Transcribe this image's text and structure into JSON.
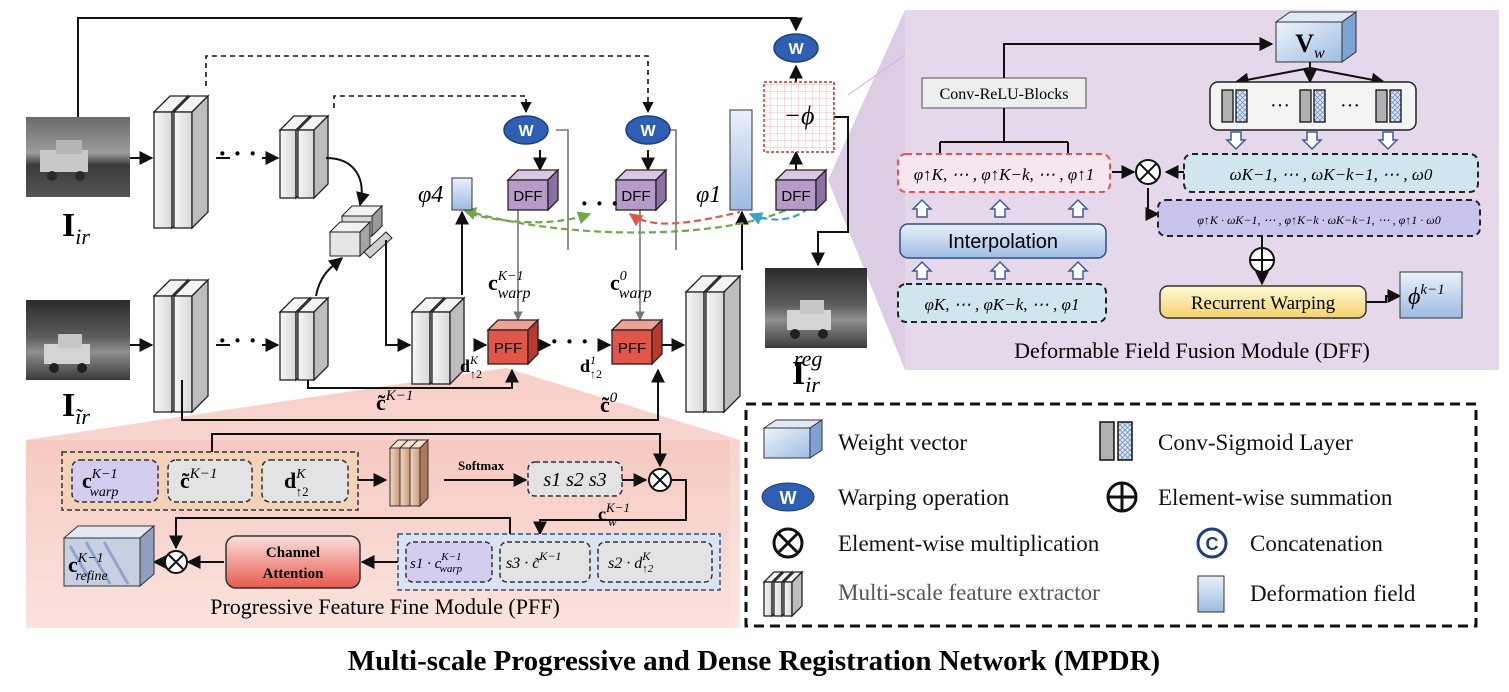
{
  "title": "Multi-scale Progressive and Dense Registration Network (MPDR)",
  "inputs": {
    "ir": "I",
    "ir_sub": "ir",
    "ir_tilde": "I",
    "ir_tilde_sub": "ĩr",
    "ir_reg": "I",
    "ir_reg_sub": "ir",
    "ir_reg_sup": "reg"
  },
  "blocks": {
    "dff": "DFF",
    "pff": "PFF",
    "warp": "W",
    "neg_phi": "−ϕ"
  },
  "main_labels": {
    "phi4": "φ4",
    "phi1": "φ1",
    "c_warp_k": "c",
    "c_warp_k_sup": "K−1",
    "c_warp_k_sub": "warp",
    "c_warp_0": "c",
    "c_warp_0_sup": "0",
    "c_warp_0_sub": "warp",
    "d_k": "d",
    "d_k_sup": "K",
    "d_k_sub": "↑2",
    "d_1": "d",
    "d_1_sup": "1",
    "d_1_sub": "↑2",
    "c_tilde_k": "c̃",
    "c_tilde_k_sup": "K−1",
    "c_tilde_0": "c̃",
    "c_tilde_0_sup": "0",
    "ellipsis": "· · ·"
  },
  "dff_module": {
    "title": "Deformable Field Fusion Module (DFF)",
    "conv_relu": "Conv-ReLU-Blocks",
    "weight": "V",
    "weight_sub": "w",
    "interpolation": "Interpolation",
    "recurrent_warping": "Recurrent Warping",
    "phi_out": "ϕ",
    "phi_out_sup": "k−1",
    "upsampled_fields": "φ↑K, ⋯ , φ↑K−k, ⋯ , φ↑1",
    "weights": "ωK−1, ⋯ , ωK−k−1, ⋯ , ω0",
    "weighted": "φ↑K · ωK−1, ⋯ , φ↑K−k · ωK−k−1, ⋯ , φ↑1 · ω0",
    "fields": "φK, ⋯ , φK−k, ⋯ , φ1",
    "dots": "···"
  },
  "pff_module": {
    "title": "Progressive Feature Fine Module (PFF)",
    "softmax": "Softmax",
    "scores": "s1  s2  s3",
    "channel_attention_1": "Channel",
    "channel_attention_2": "Attention",
    "c_warp": "c",
    "c_warp_sup": "K−1",
    "c_warp_sub": "warp",
    "c_tilde": "c̃",
    "c_tilde_sup": "K−1",
    "d": "d",
    "d_sup": "K",
    "d_sub": "↑2",
    "c_w": "c",
    "c_w_sup": "K−1",
    "c_w_sub": "w",
    "c_refine": "c",
    "c_refine_sup": "K−1",
    "c_refine_sub": "refine",
    "prod1": "s1 · c",
    "prod2": "s3 · c̃",
    "prod3": "s2 · d"
  },
  "legend": {
    "weight_vector": "Weight vector",
    "conv_sigmoid": "Conv-Sigmoid Layer",
    "warping": "Warping operation",
    "summation": "Element-wise summation",
    "multiplication": "Element-wise multiplication",
    "concatenation": "Concatenation",
    "extractor": "Multi-scale feature extractor",
    "deformation": "Deformation field",
    "warp_symbol": "W",
    "concat_symbol": "C"
  },
  "colors": {
    "dff_bg": "#e4d8ea",
    "pff_bg": "#f8d6d0",
    "pff_block": "#e0574a",
    "dff_block": "#b69ac7",
    "warp_blue": "#2f5fb4",
    "field_blue": "#bcd3ef",
    "green_arrow": "#6fa84a",
    "red_arrow": "#e0574a",
    "cyan_arrow": "#3aa3d6"
  }
}
